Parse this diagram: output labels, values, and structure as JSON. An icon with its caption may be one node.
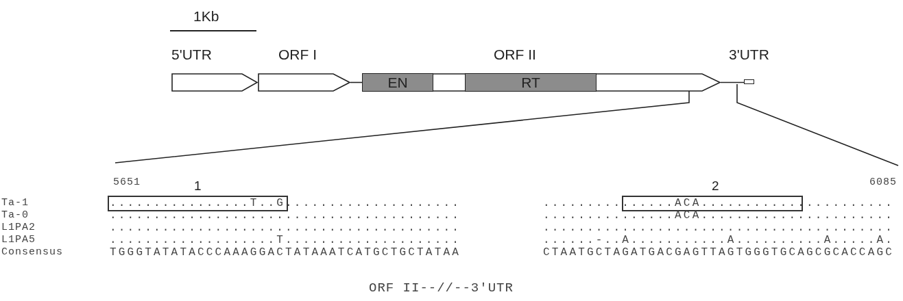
{
  "diagram": {
    "caption": "ORF II--//--3'UTR",
    "nodes": [
      {
        "text": [
          "5'UTR"
        ]
      },
      {
        "text": [
          "ORF I"
        ]
      },
      {
        "text": [
          "ORF II"
        ]
      },
      {
        "text": [
          "EN"
        ],
        "in": 2
      },
      {
        "text": [
          "RT"
        ],
        "in": 2
      },
      {
        "text": [
          "3'UTR"
        ]
      },
      {
        "text": [
          "1"
        ]
      },
      {
        "text": [
          "2"
        ]
      }
    ],
    "edges": [
      {
        "from": 1,
        "to": 2,
        "arrow": "none"
      },
      {
        "from": 2,
        "to": 5,
        "arrow": "none"
      }
    ],
    "labels": [
      "1Kb",
      "5651",
      "6085",
      "Ta-1",
      "................T..G....................",
      "...............ACA......................",
      "Ta-0",
      "........................................",
      "...............ACA......................",
      "L1PA2",
      "........................................",
      "........................................",
      "L1PA5",
      "...................T....................",
      "......-..A...........A..........A.....A.",
      "Consensus",
      "TGGGTATATACCCAAAGGACTATAAATCATGCTGCTATAA",
      "CTAATGCTAGATGACGAGTTAGTGGGTGCAGCGCACCAGC"
    ]
  }
}
